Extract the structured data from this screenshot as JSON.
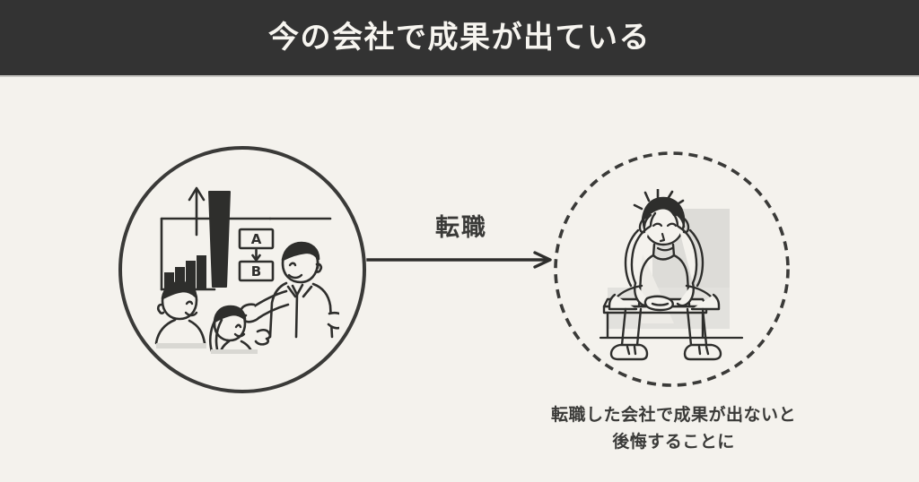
{
  "header": {
    "title": "今の会社で成果が出ている",
    "background_color": "#333333",
    "text_color": "#F7F5F0"
  },
  "page": {
    "background_color": "#F4F2ED",
    "ink_color": "#3A3A38"
  },
  "diagram": {
    "left_node": {
      "shape": "circle",
      "border_style": "solid",
      "illustration_name": "business-presentation-with-rising-bar-chart",
      "illustration_alt": "プレゼンターが右肩上がりの棒グラフとA→Bの図を説明し、二人が聞いている"
    },
    "connector": {
      "label": "転職",
      "direction": "right",
      "style": "solid-arrow"
    },
    "right_node": {
      "shape": "circle",
      "border_style": "dashed",
      "illustration_name": "person-sitting-head-in-hands",
      "illustration_alt": "ベンチに座って頭を抱える人物",
      "caption_lines": [
        "転職した会社で成果が出ないと",
        "後悔することに"
      ]
    }
  }
}
